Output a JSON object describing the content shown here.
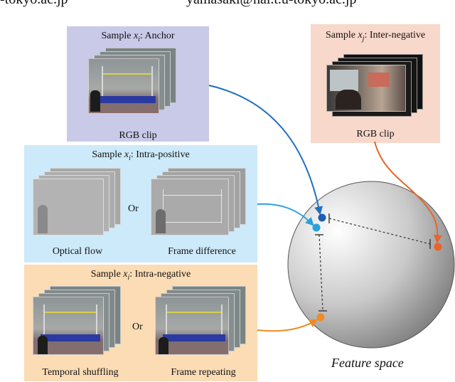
{
  "header": {
    "left_text": "-tokyo.ac.jp",
    "right_text": "yamasaki@hal.t.u-tokyo.ac.jp"
  },
  "anchor": {
    "title_prefix": "Sample ",
    "title_var": "x",
    "title_sub": "i",
    "title_suffix": ": Anchor",
    "label": "RGB clip",
    "color": "#c9c9e8"
  },
  "inter_negative": {
    "title_prefix": "Sample ",
    "title_var": "x",
    "title_sub": "j",
    "title_suffix": ": Inter-negative",
    "label": "RGB clip",
    "color": "#f8d8cb"
  },
  "intra_positive": {
    "title_prefix": "Sample ",
    "title_var": "x",
    "title_sub": "i",
    "title_suffix": ": Intra-positive",
    "or_text": "Or",
    "left_label": "Optical flow",
    "right_label": "Frame difference",
    "color": "#cdeafa"
  },
  "intra_negative": {
    "title_prefix": "Sample ",
    "title_var": "x",
    "title_sub": "i",
    "title_suffix": ": Intra-negative",
    "or_text": "Or",
    "left_label": "Temporal shuffling",
    "right_label": "Frame repeating",
    "color": "#fbdcb5"
  },
  "feature_space": {
    "label": "Feature space",
    "points": [
      {
        "name": "anchor",
        "color": "#1f5fb0"
      },
      {
        "name": "intra-positive",
        "color": "#2aa1dd"
      },
      {
        "name": "intra-negative",
        "color": "#f08a24"
      },
      {
        "name": "inter-negative",
        "color": "#e8642a"
      }
    ]
  },
  "colors": {
    "arrow_anchor": "#1f6fc0",
    "arrow_intra_positive": "#2aa1dd",
    "arrow_intra_negative": "#f08a24",
    "arrow_inter_negative": "#e8642a"
  }
}
